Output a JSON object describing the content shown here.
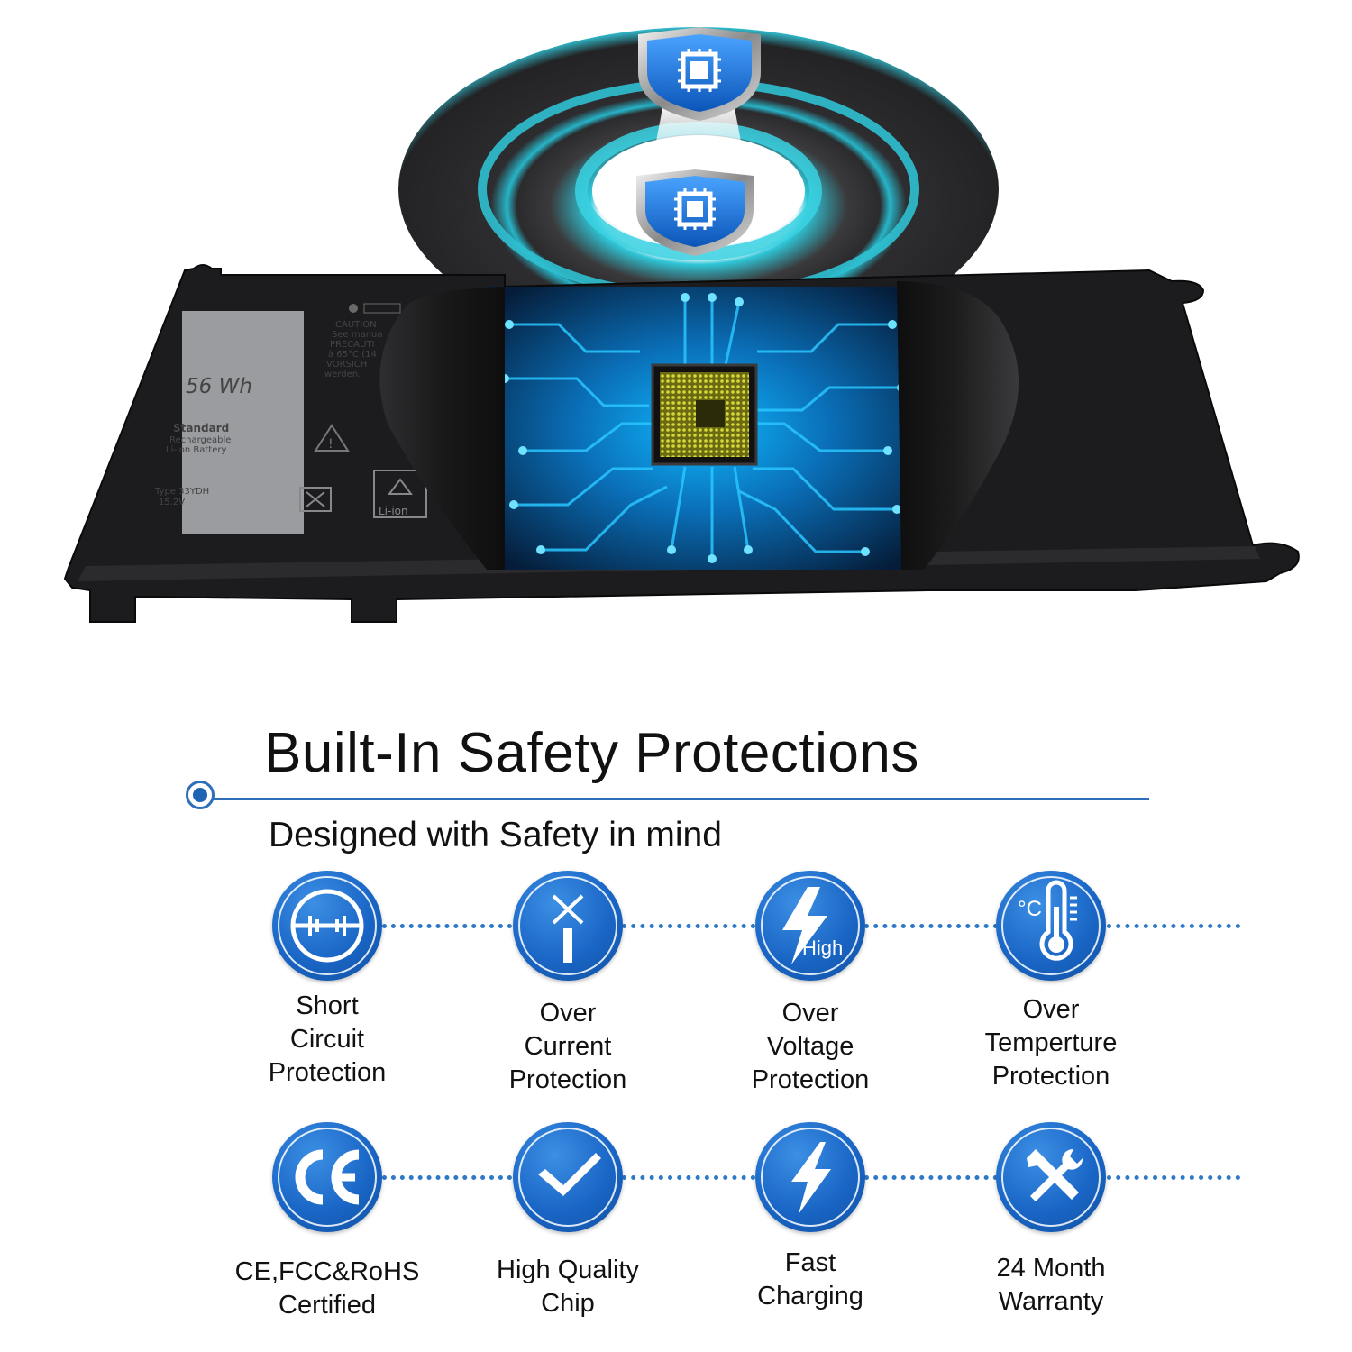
{
  "battery": {
    "capacity": "56 Wh",
    "standard": "Standard",
    "rechargeable": "Rechargeable",
    "chemistry": "Li-ion Battery",
    "type_label": "Type 33YDH",
    "voltage": "15.2V",
    "recycle_label": "Li-ion",
    "caution_lines": [
      "CAUTION",
      "See manua",
      "PRECAUTI",
      "à 65°C (14",
      "VORSICH",
      "werden."
    ]
  },
  "section": {
    "title": "Built-In Safety Protections",
    "subtitle": "Designed with Safety in mind"
  },
  "features": [
    {
      "icon": "short-circuit-icon",
      "lines": [
        "Short",
        "Circuit",
        "Protection"
      ]
    },
    {
      "icon": "over-current-icon",
      "lines": [
        "Over",
        "Current",
        "Protection"
      ]
    },
    {
      "icon": "high-voltage-icon",
      "icon_text": "High",
      "lines": [
        "Over",
        "Voltage",
        "Protection"
      ]
    },
    {
      "icon": "thermometer-icon",
      "icon_text": "°C",
      "lines": [
        "Over",
        "Temperture",
        "Protection"
      ]
    },
    {
      "icon": "ce-mark-icon",
      "lines": [
        "CE,FCC&RoHS",
        "Certified"
      ]
    },
    {
      "icon": "checkmark-icon",
      "lines": [
        "High Quality",
        "Chip"
      ]
    },
    {
      "icon": "lightning-icon",
      "lines": [
        "Fast",
        "Charging"
      ]
    },
    {
      "icon": "tools-icon",
      "lines": [
        "24 Month",
        "Warranty"
      ]
    }
  ],
  "colors": {
    "accent_blue": "#1a66c6",
    "ring_teal": "#2fb8c9",
    "battery_black": "#1c1c1e",
    "circuit_blue": "#0a8fd8"
  }
}
